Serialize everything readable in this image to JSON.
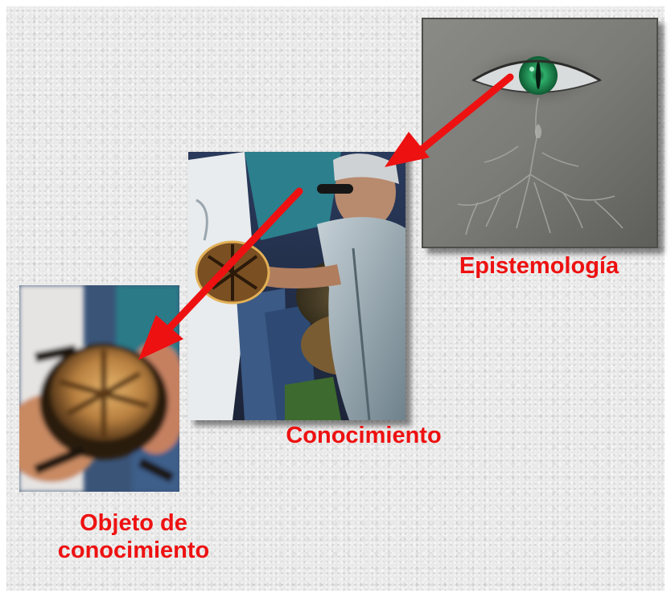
{
  "labels": {
    "epistemologia": "Epistemología",
    "conocimiento": "Conocimiento",
    "objeto_line1": "Objeto de",
    "objeto_line2": "conocimiento"
  },
  "colors": {
    "label": "#ee1111",
    "arrow": "#ee1111",
    "eye_iris": "#2fae6a"
  }
}
